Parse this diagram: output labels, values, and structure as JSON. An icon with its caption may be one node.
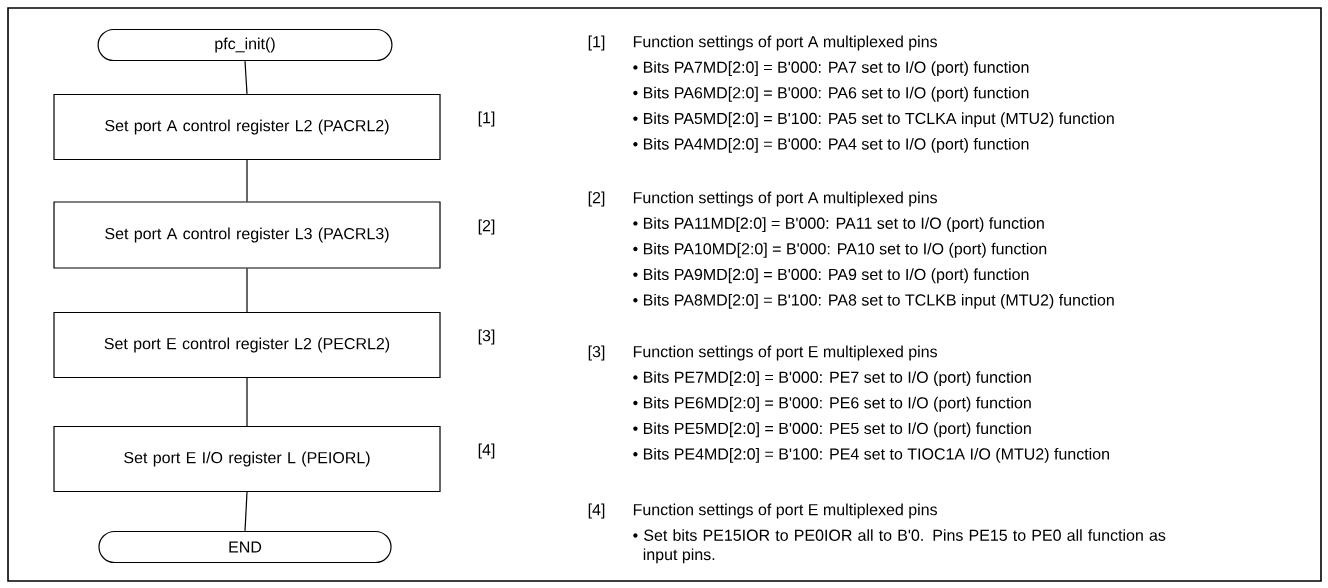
{
  "diagram": {
    "nodes": [
      {
        "text": [
          "pfc_init()"
        ]
      },
      {
        "text": [
          "Set port A control register L2 (PACRL2)"
        ],
        "beside": [
          "[1]"
        ]
      },
      {
        "text": [
          "Set port A control register L3 (PACRL3)"
        ],
        "beside": [
          "[2]"
        ]
      },
      {
        "text": [
          "Set port E control register L2 (PECRL2)"
        ],
        "beside": [
          "[3]"
        ]
      },
      {
        "text": [
          "Set port E I/O register L (PEIORL)"
        ],
        "beside": [
          "[4]"
        ]
      },
      {
        "text": [
          "END"
        ]
      }
    ],
    "edges": [
      {
        "from": 0,
        "to": 1,
        "arrow": "none"
      },
      {
        "from": 1,
        "to": 2,
        "arrow": "none"
      },
      {
        "from": 2,
        "to": 3,
        "arrow": "none"
      },
      {
        "from": 3,
        "to": 4,
        "arrow": "none"
      },
      {
        "from": 4,
        "to": 5,
        "arrow": "none"
      }
    ],
    "labels": [
      "[1]",
      "Function settings of port A multiplexed pins",
      "• Bits PA7MD[2:0] = B'000: PA7 set to I/O (port) function",
      "• Bits PA6MD[2:0] = B'000: PA6 set to I/O (port) function",
      "• Bits PA5MD[2:0] = B'100: PA5 set to TCLKA input (MTU2)  function",
      "• Bits PA4MD[2:0] = B'000: PA4 set to I/O (port) function",
      "[2]",
      "Function settings of port A multiplexed pins",
      "• Bits PA11MD[2:0] = B'000: PA11 set to I/O (port) function",
      "• Bits PA10MD[2:0] = B'000: PA10 set to I/O (port) function",
      "• Bits PA9MD[2:0] = B'000: PA9 set to I/O (port) function",
      "• Bits PA8MD[2:0] = B'100: PA8 set to TCLKB input (MTU2) function",
      "[3]",
      "Function settings of port E multiplexed pins",
      "• Bits PE7MD[2:0] = B'000: PE7 set to I/O (port) function",
      "• Bits PE6MD[2:0] = B'000: PE6 set to I/O (port) function",
      "• Bits PE5MD[2:0] = B'000: PE5 set to I/O (port) function",
      "• Bits PE4MD[2:0] = B'100: PE4 set to TIOC1A I/O (MTU2) function",
      "[4]",
      "Function settings of port E multiplexed pins",
      "• Set bits PE15IOR to PE0IOR all to B'0. Pins PE15 to PE0 all function as input pins."
    ]
  }
}
